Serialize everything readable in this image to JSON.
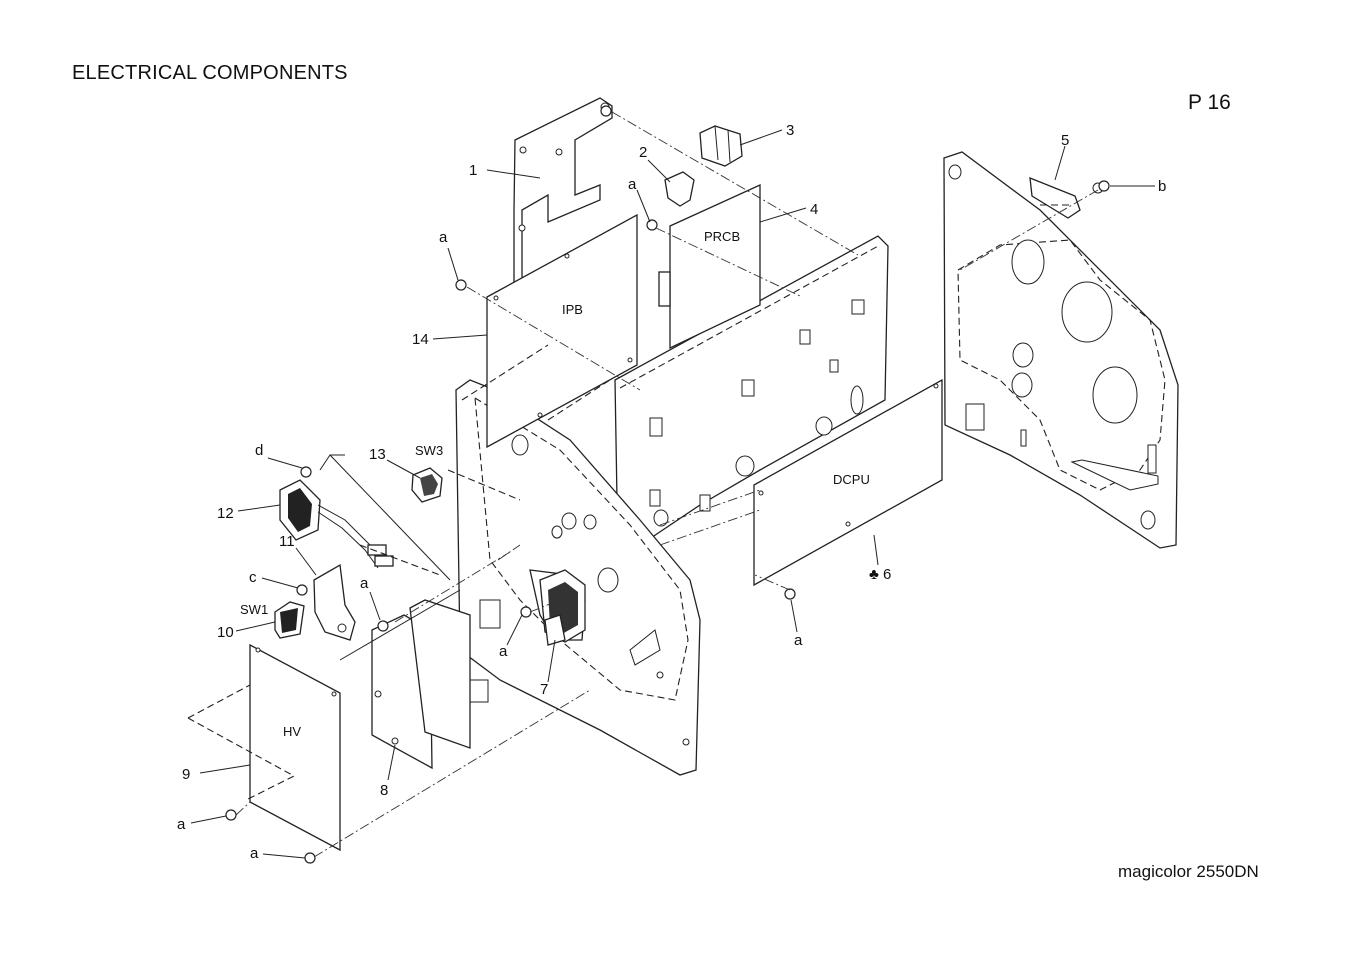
{
  "header": {
    "title": "ELECTRICAL COMPONENTS",
    "page": "P 16"
  },
  "footer": {
    "model": "magicolor 2550DN"
  },
  "boards": {
    "ipb": "IPB",
    "prcb": "PRCB",
    "dcpu": "DCPU",
    "hv": "HV"
  },
  "callouts": {
    "c1": "1",
    "c2": "2",
    "c3": "3",
    "c4": "4",
    "c5": "5",
    "c6": "♣ 6",
    "c7": "7",
    "c8": "8",
    "c9": "9",
    "c10": "10",
    "c11": "11",
    "c12": "12",
    "c13": "13",
    "c14": "14",
    "sw1": "SW1",
    "sw3": "SW3",
    "a_ipb": "a",
    "a_prcb": "a",
    "a_dcpu": "a",
    "a_bracket": "a",
    "a_switch": "a",
    "a_hv1": "a",
    "a_hv2": "a",
    "b": "b",
    "c": "c",
    "d": "d"
  }
}
